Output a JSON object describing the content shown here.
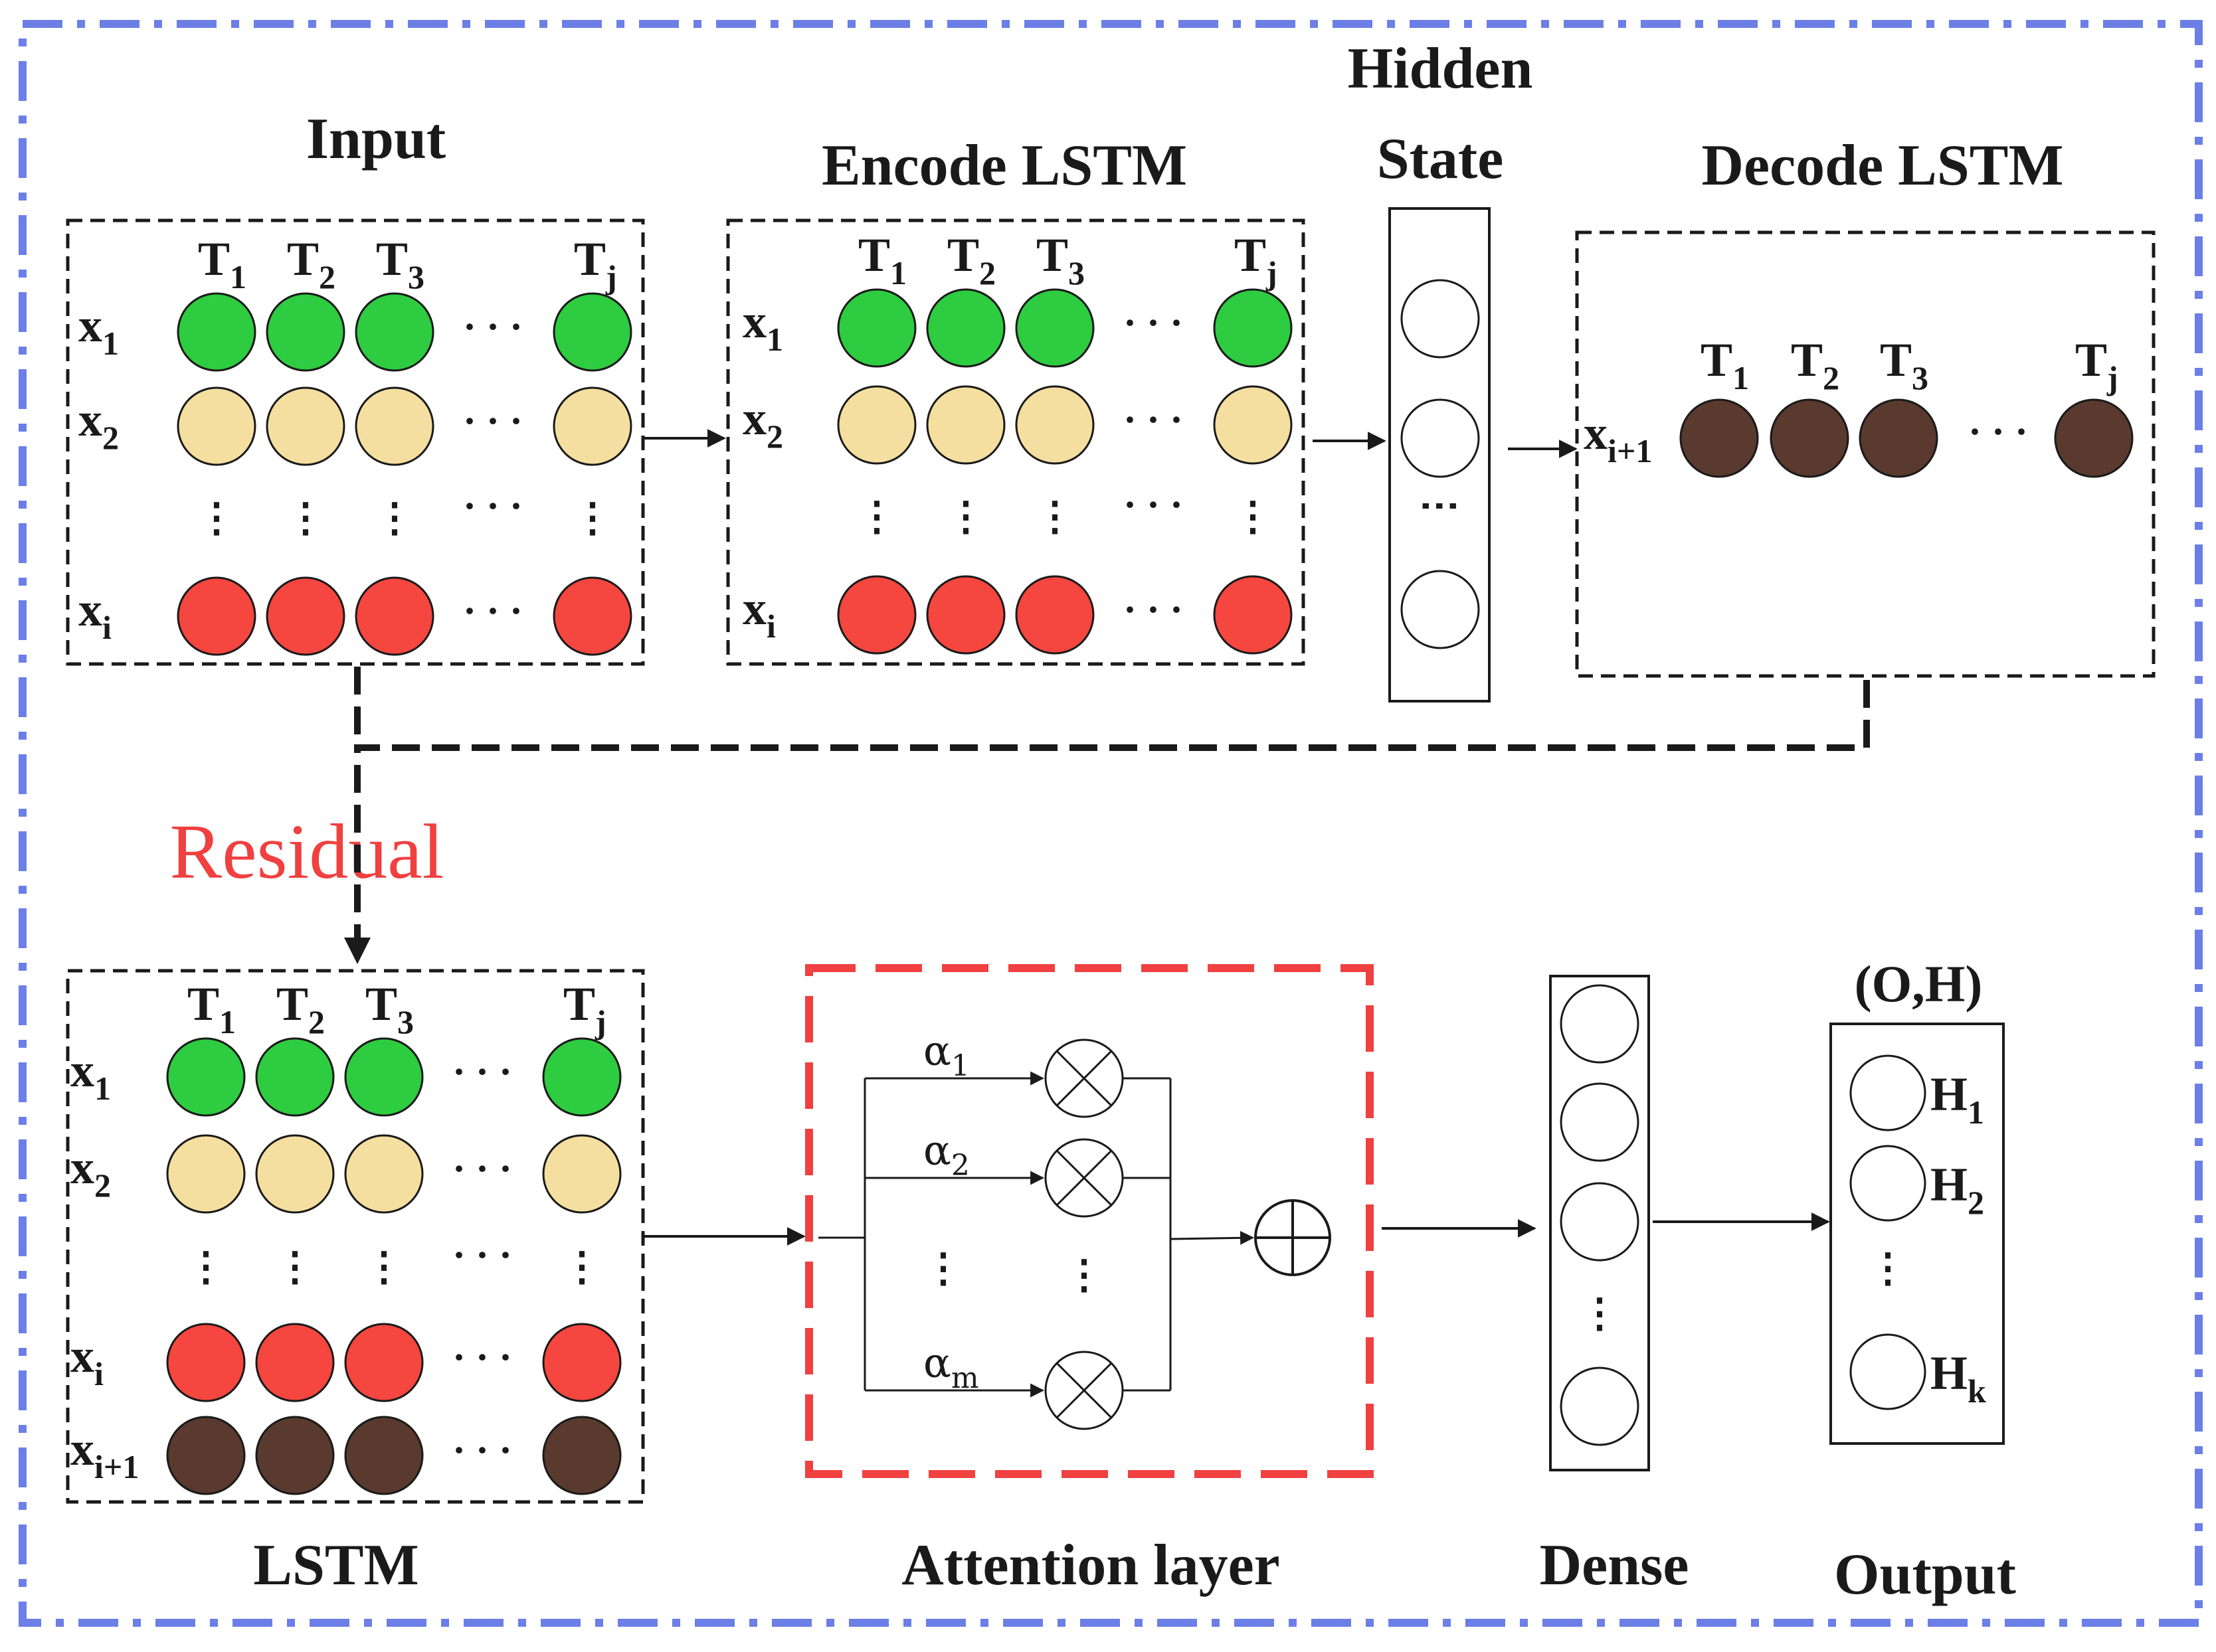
{
  "titles": {
    "input": "Input",
    "encode": "Encode LSTM",
    "hidden_1": "Hidden",
    "hidden_2": "State",
    "decode": "Decode LSTM",
    "residual": "Residual",
    "lstm": "LSTM",
    "attention": "Attention layer",
    "dense": "Dense",
    "output": "Output",
    "output_shape": "(O,H)"
  },
  "time_steps": [
    "T",
    "T",
    "T",
    "T"
  ],
  "time_subs": [
    "1",
    "2",
    "3",
    "j"
  ],
  "row_base": "x",
  "row_subs": [
    "1",
    "2",
    "i",
    "i+1"
  ],
  "alphas": {
    "base": "α",
    "subs": [
      "1",
      "2",
      "m"
    ]
  },
  "output_base": "H",
  "output_subs": [
    "1",
    "2",
    "k"
  ],
  "colors": {
    "green": "#2ecc40",
    "beige": "#f5dfa0",
    "red": "#f5463f",
    "brown": "#5a3a2e",
    "frame": "#6b7fe6",
    "attention_box": "#f04040",
    "residual_text": "#f04040"
  }
}
